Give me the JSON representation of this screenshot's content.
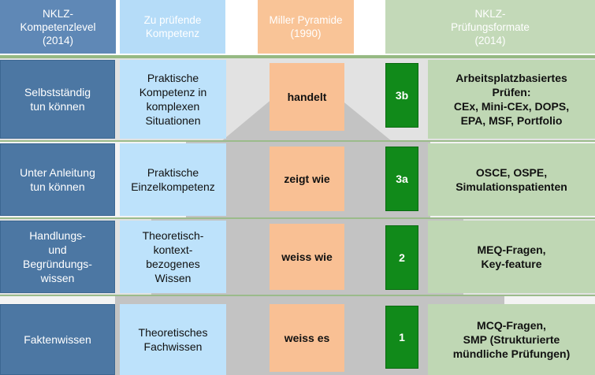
{
  "headers": {
    "col1": "NKLZ-\nKompetenzlevel\n(2014)",
    "col2": "Zu prüfende\nKompetenz",
    "col3": "Miller Pyramide\n(1990)",
    "col4": "NKLZ-\nPrüfungsformate\n(2014)"
  },
  "rows": [
    {
      "level": "Selbstständig\ntun können",
      "competence": "Praktische\nKompetenz in\nkomplexen\nSituationen",
      "miller": "handelt",
      "code": "3b",
      "formats": "Arbeitsplatzbasiertes\nPrüfen:\nCEx, Mini-CEx, DOPS,\nEPA, MSF, Portfolio"
    },
    {
      "level": "Unter Anleitung\ntun können",
      "competence": "Praktische\nEinzelkompetenz",
      "miller": "zeigt wie",
      "code": "3a",
      "formats": "OSCE, OSPE,\nSimulationspatienten"
    },
    {
      "level": "Handlungs-\nund\nBegründungs-\nwissen",
      "competence": "Theoretisch-\nkontext-\nbezogenes\nWissen",
      "miller": "weiss wie",
      "code": "2",
      "formats": "MEQ-Fragen,\nKey-feature"
    },
    {
      "level": "Faktenwissen",
      "competence": "Theoretisches\nFachwissen",
      "miller": "weiss es",
      "code": "1",
      "formats": "MCQ-Fragen,\nSMP (Strukturierte\nmündliche Prüfungen)"
    }
  ],
  "colors": {
    "pyramid": "#c3c3c3",
    "band_light": "#e1e1e1",
    "band_alt": "#f2f2f2"
  }
}
